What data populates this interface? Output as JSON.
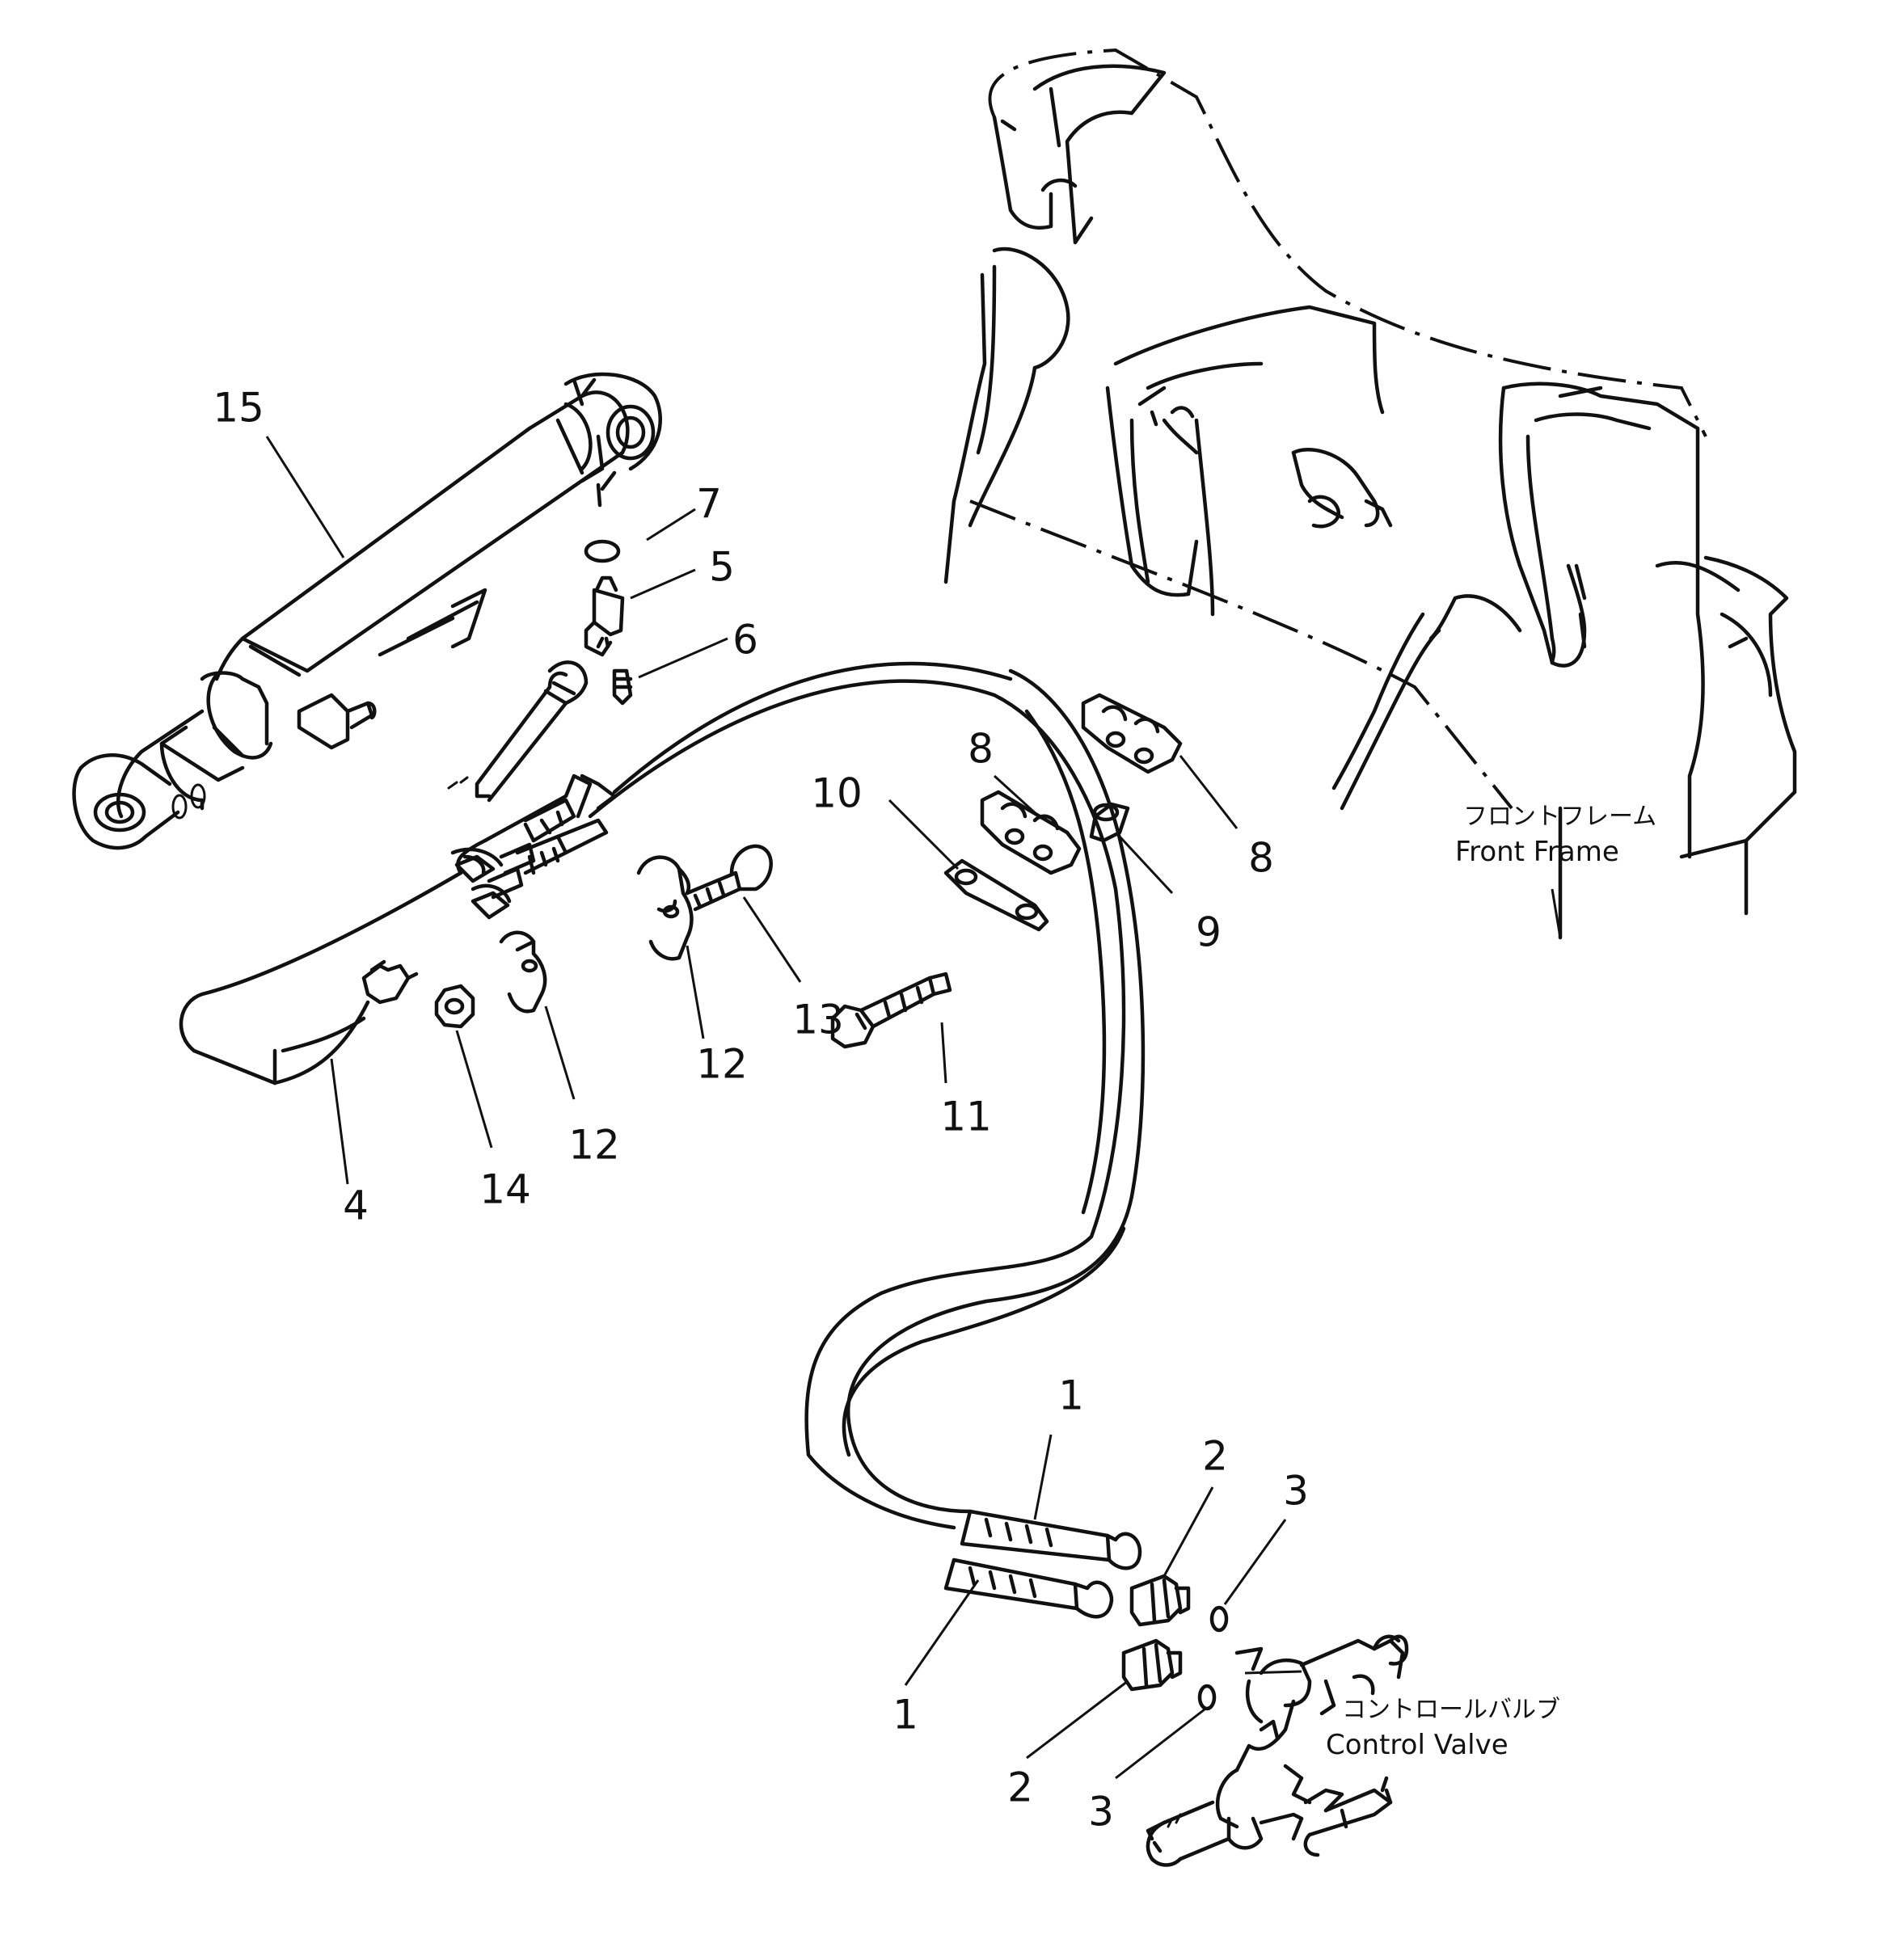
{
  "diagram": {
    "labels": {
      "front_frame_jp": "フロントフレーム",
      "front_frame_en": "Front Frame",
      "control_valve_jp": "コントロールバルブ",
      "control_valve_en": "Control Valve"
    },
    "callouts": [
      {
        "id": "c15",
        "text": "15"
      },
      {
        "id": "c7",
        "text": "7"
      },
      {
        "id": "c5",
        "text": "5"
      },
      {
        "id": "c6",
        "text": "6"
      },
      {
        "id": "c8a",
        "text": "8"
      },
      {
        "id": "c10",
        "text": "10"
      },
      {
        "id": "c8b",
        "text": "8"
      },
      {
        "id": "c9",
        "text": "9"
      },
      {
        "id": "c13",
        "text": "13"
      },
      {
        "id": "c12a",
        "text": "12"
      },
      {
        "id": "c11",
        "text": "11"
      },
      {
        "id": "c12b",
        "text": "12"
      },
      {
        "id": "c14",
        "text": "14"
      },
      {
        "id": "c4",
        "text": "4"
      },
      {
        "id": "c1a",
        "text": "1"
      },
      {
        "id": "c2a",
        "text": "2"
      },
      {
        "id": "c3a",
        "text": "3"
      },
      {
        "id": "c1b",
        "text": "1"
      },
      {
        "id": "c2b",
        "text": "2"
      },
      {
        "id": "c3b",
        "text": "3"
      }
    ]
  }
}
